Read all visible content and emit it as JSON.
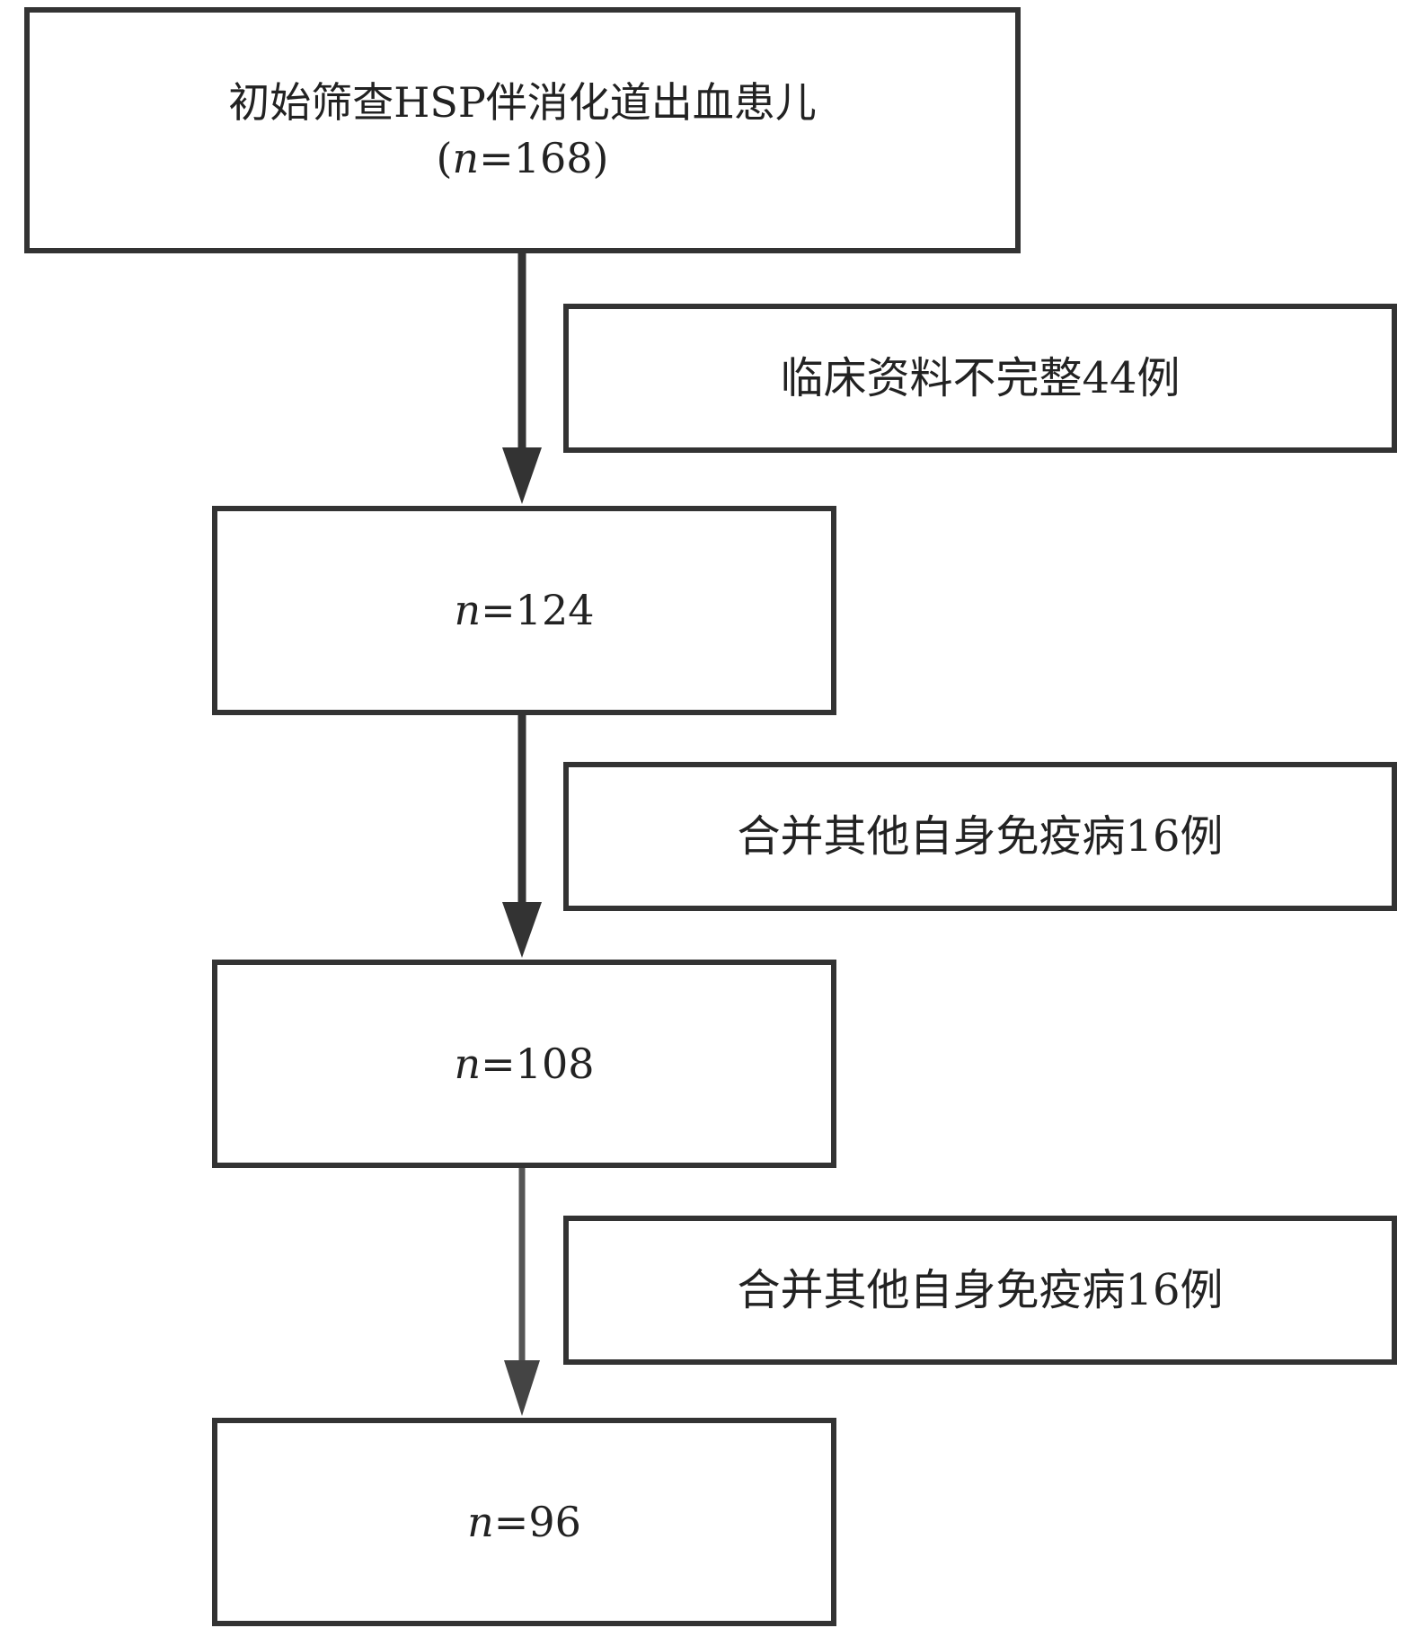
{
  "diagram": {
    "start": {
      "label": "初始筛查HSP伴消化道出血患儿",
      "count_prefix": "(",
      "count_var": "n",
      "count_value": "=168",
      "count_suffix": ")"
    },
    "exclusions": [
      {
        "label": "临床资料不完整44例"
      },
      {
        "label": "合并其他自身免疫病16例"
      },
      {
        "label": "合并其他自身免疫病16例"
      }
    ],
    "stages": [
      {
        "var": "n",
        "value": "=124"
      },
      {
        "var": "n",
        "value": "=108"
      },
      {
        "var": "n",
        "value": "=96"
      }
    ],
    "colors": {
      "line": "#333333",
      "border": "#333333",
      "text": "#222222"
    }
  }
}
